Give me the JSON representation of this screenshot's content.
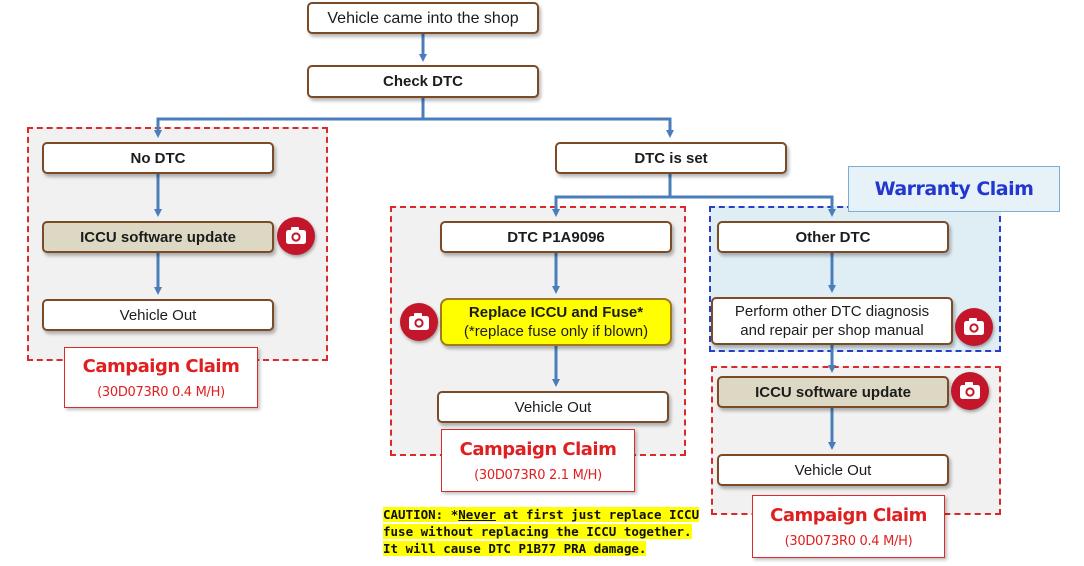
{
  "nodes": {
    "start": "Vehicle came into the shop",
    "check_dtc": "Check DTC",
    "no_dtc": "No DTC",
    "dtc_set": "DTC is set",
    "left_update": "ICCU software update",
    "left_out": "Vehicle Out",
    "p1a9096": "DTC P1A9096",
    "replace_main": "Replace ICCU and Fuse*",
    "replace_note": "(*replace fuse only if blown)",
    "mid_out": "Vehicle Out",
    "other_dtc": "Other DTC",
    "perform_line1": "Perform other DTC diagnosis",
    "perform_line2": "and repair per shop manual",
    "right_update": "ICCU software update",
    "right_out": "Vehicle Out"
  },
  "claims": {
    "left": {
      "title": "Campaign Claim",
      "code": "(30D073R0 0.4 M/H)"
    },
    "middle": {
      "title": "Campaign Claim",
      "code": "(30D073R0 2.1 M/H)"
    },
    "right": {
      "title": "Campaign Claim",
      "code": "(30D073R0 0.4 M/H)"
    },
    "warranty": "Warranty Claim"
  },
  "caution": {
    "prefix": "CAUTION:  *",
    "never": "Never",
    "line1_rest": " at first just replace ICCU",
    "line2": "fuse without replacing the ICCU together.",
    "line3": "It will cause DTC P1B77 PRA damage."
  },
  "icons": [
    "camera-icon",
    "camera-icon",
    "camera-icon",
    "camera-icon"
  ],
  "colors": {
    "arrow": "#4a7ebb",
    "campaign_border": "#d92b2b",
    "warranty_border": "#2a3cc8",
    "campaign_text": "#e02020",
    "warranty_text": "#2236d0",
    "highlight": "#ffff00",
    "camera": "#c3162a"
  }
}
